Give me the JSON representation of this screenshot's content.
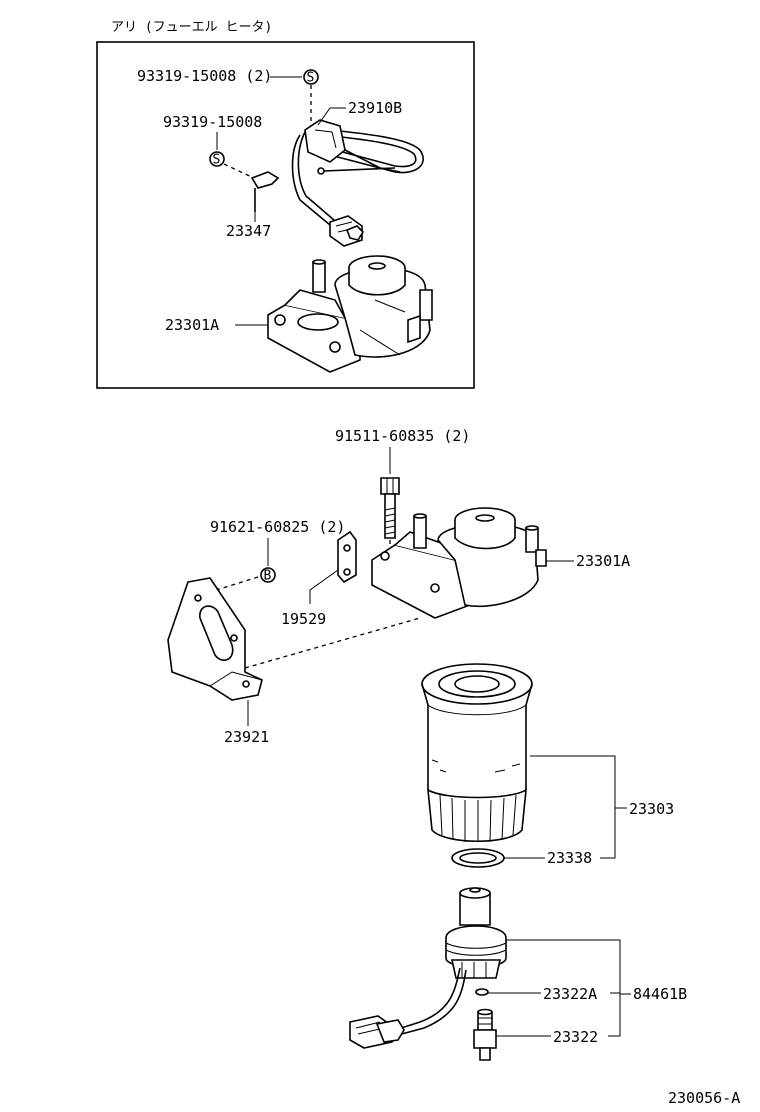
{
  "header": {
    "caption": "アリ (フューエル ヒータ)"
  },
  "inset": {
    "labels": {
      "screw_2": "93319-15008 (2)",
      "screw": "93319-15008",
      "heater": "23910B",
      "clamp": "23347",
      "housing": "23301A"
    },
    "badge_s": "S"
  },
  "main": {
    "labels": {
      "bolt": "91511-60835 (2)",
      "nut": "91621-60825 (2)",
      "housing": "23301A",
      "bracket_small": "19529",
      "bracket": "23921",
      "filter": "23303",
      "gasket": "23338",
      "oring": "23322A",
      "sensor_assy": "84461B",
      "sensor": "23322"
    },
    "badge_b": "B"
  },
  "footer": {
    "code": "230056-A"
  }
}
